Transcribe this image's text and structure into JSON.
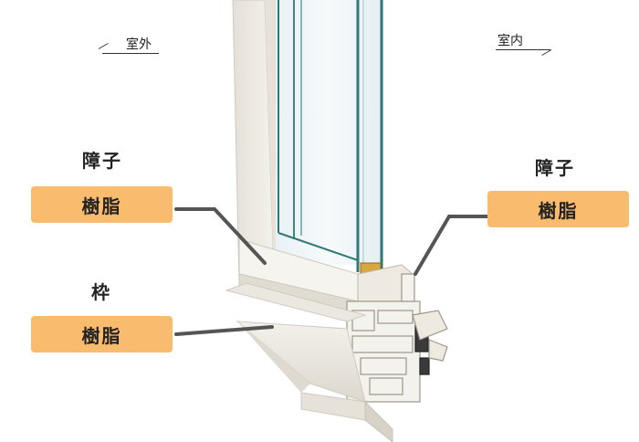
{
  "outdoor_label": "室外",
  "indoor_label": "室内",
  "callouts": {
    "sash_left": {
      "heading": "障子",
      "material": "樹脂"
    },
    "frame_left": {
      "heading": "枠",
      "material": "樹脂"
    },
    "sash_right": {
      "heading": "障子",
      "material": "樹脂"
    }
  },
  "colors": {
    "badge": "#f9bb6e",
    "leader": "#555555",
    "frame": "#eeeae2",
    "glass": "#3b8a86"
  }
}
